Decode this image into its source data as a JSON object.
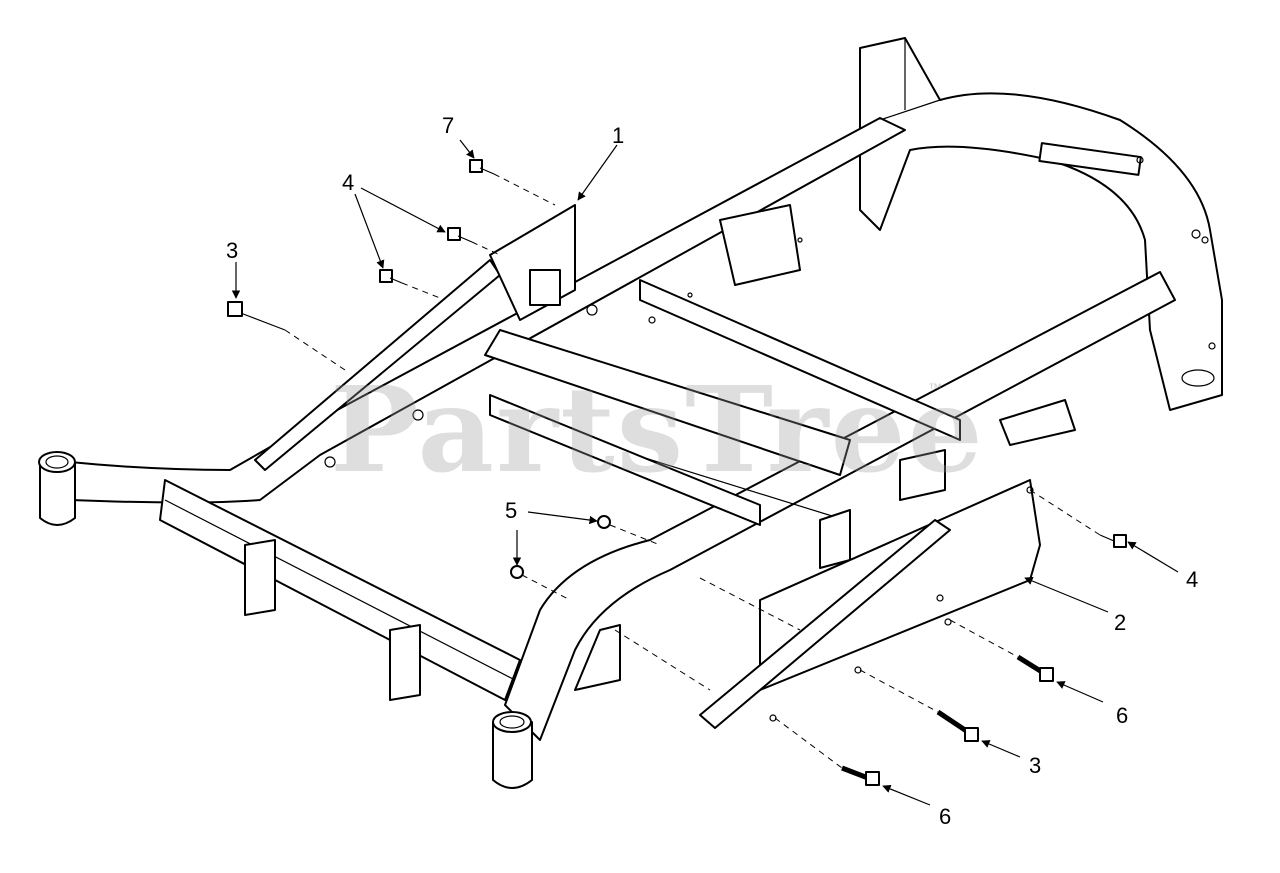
{
  "watermark": {
    "text": "PartsTree",
    "trademark": "™"
  },
  "callouts": [
    {
      "id": "c1",
      "label": "1"
    },
    {
      "id": "c2",
      "label": "2"
    },
    {
      "id": "c3a",
      "label": "3"
    },
    {
      "id": "c3b",
      "label": "3"
    },
    {
      "id": "c4a",
      "label": "4"
    },
    {
      "id": "c4b",
      "label": "4"
    },
    {
      "id": "c5",
      "label": "5"
    },
    {
      "id": "c6a",
      "label": "6"
    },
    {
      "id": "c6b",
      "label": "6"
    },
    {
      "id": "c7",
      "label": "7"
    }
  ]
}
